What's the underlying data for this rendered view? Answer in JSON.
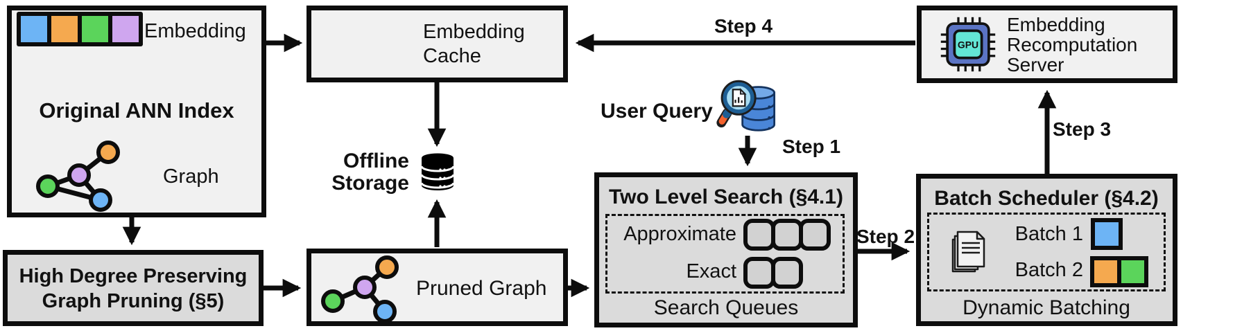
{
  "colors": {
    "blue": "#6db4f5",
    "orange": "#f5a94f",
    "green": "#5bd45b",
    "purple": "#cfa6ef",
    "box_light": "#f1f1f1",
    "box_dark": "#dbdbdb",
    "queue_fill": "#d2d2d2",
    "chip_body": "#5b74c4",
    "chip_core": "#63e6d5",
    "db_blue": "#4a86d8",
    "db_blue_top": "#74a9e8",
    "db_outline": "#14335f",
    "lens_blue": "#a8dcf2",
    "lens_rim": "#1d5e94",
    "handle_orange": "#f4622d"
  },
  "ann_index": {
    "embedding_label": "Embedding",
    "title": "Original ANN Index",
    "graph_label": "Graph"
  },
  "cache": {
    "label": "Embedding Cache"
  },
  "storage": {
    "label": "Offline Storage"
  },
  "user_query": {
    "label": "User Query"
  },
  "two_level_search": {
    "title": "Two Level Search (§4.1)",
    "row_approximate": "Approximate",
    "row_exact": "Exact",
    "footer": "Search Queues"
  },
  "batch_scheduler": {
    "title": "Batch Scheduler (§4.2)",
    "batch1": "Batch 1",
    "batch2": "Batch 2",
    "footer": "Dynamic Batching"
  },
  "recompute_server": {
    "label": "Embedding Recomputation Server",
    "chip_label": "GPU"
  },
  "graph_pruning": {
    "label": "High Degree Preserving Graph Pruning (§5)"
  },
  "pruned_graph": {
    "label": "Pruned Graph"
  },
  "steps": {
    "s1": "Step 1",
    "s2": "Step 2",
    "s3": "Step 3",
    "s4": "Step 4"
  }
}
